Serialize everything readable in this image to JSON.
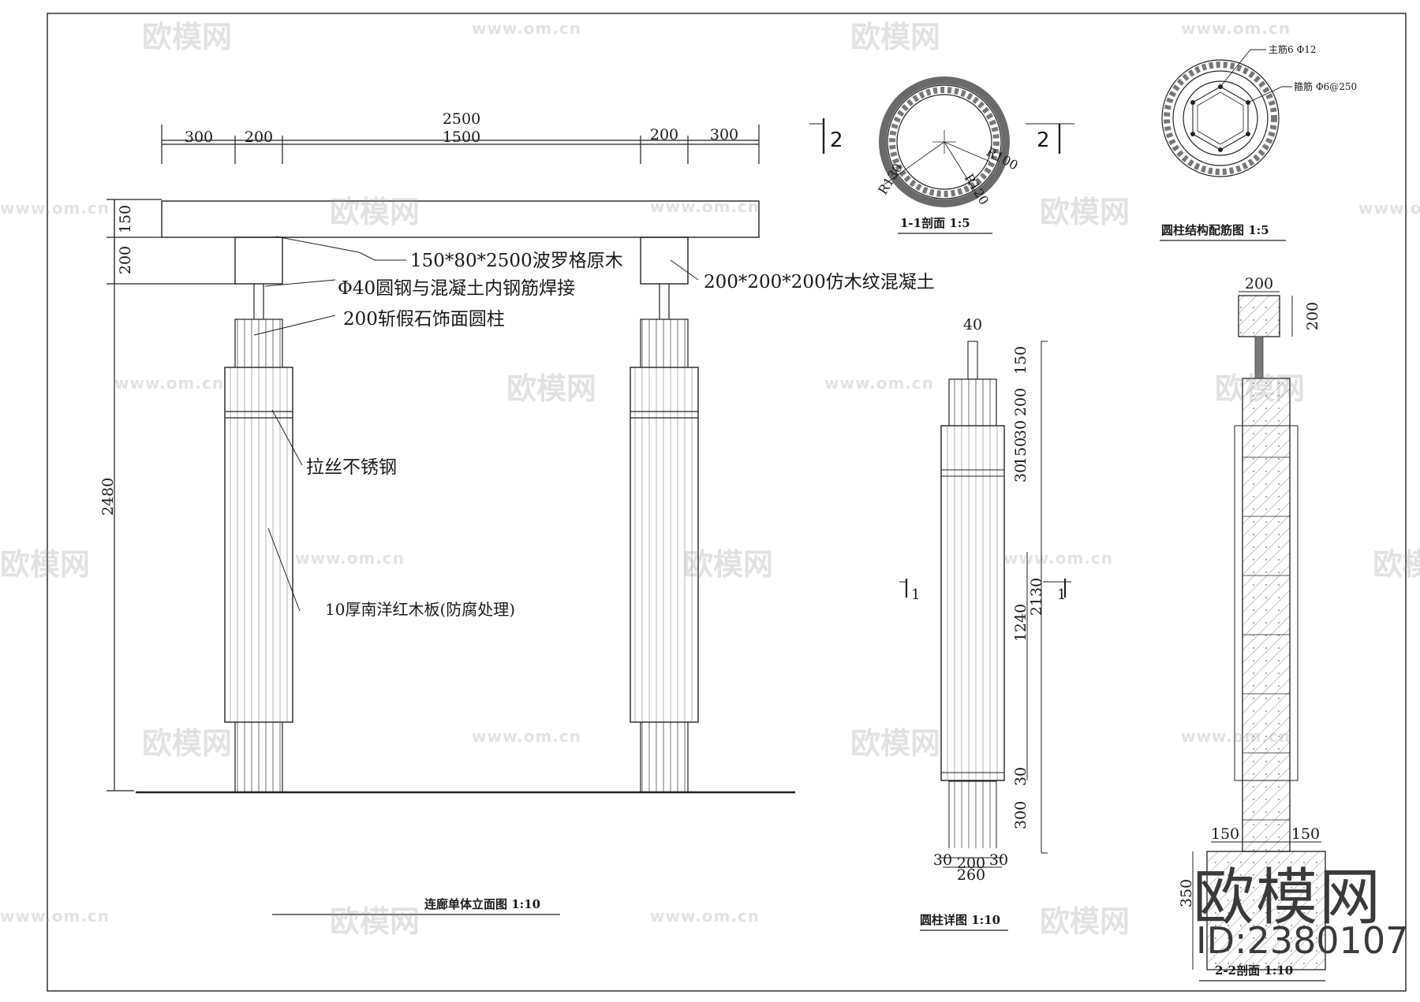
{
  "elevation": {
    "dims": {
      "total": "2500",
      "left_outer": "300",
      "left_inner": "200",
      "middle": "1500",
      "right_inner": "200",
      "right_outer": "300",
      "beam_h": "150",
      "block_h": "200",
      "height": "2480"
    },
    "labels": {
      "beam": "150*80*2500波罗格原木",
      "rod": "Φ40圆钢与混凝土内钢筋焊接",
      "column": "200斩假石饰面圆柱",
      "block": "200*200*200仿木纹混凝土",
      "steel": "拉丝不锈钢",
      "wood": "10厚南洋红木板(防腐处理)"
    },
    "title": "连廊单体立面图 1:10"
  },
  "section11": {
    "mark_left": "2",
    "mark_right": "2",
    "r_outer": "R130",
    "r_mid": "R120",
    "r_inner": "R100",
    "title": "1-1剖面 1:5"
  },
  "rebar": {
    "main_bar": "主筋6 Φ12",
    "stirrup": "箍筋 Φ6@250",
    "title": "圆柱结构配筋图 1:5"
  },
  "detail": {
    "rod_dia": "40",
    "d150a": "150",
    "d200": "200",
    "d30a": "30",
    "d150b": "150",
    "d30b": "30",
    "d2130": "2130",
    "d1240": "1240",
    "d30c": "30",
    "d300": "300",
    "b30l": "30",
    "b200": "200",
    "b30r": "30",
    "b260": "260",
    "sec_mark": "1",
    "title": "圆柱详图 1:10"
  },
  "section22": {
    "top_w": "200",
    "top_h": "200",
    "foot_l": "150",
    "foot_r": "150",
    "foot_h": "350",
    "title": "2-2剖面 1:10"
  },
  "watermark": {
    "brand": "欧模网",
    "url": "www.om.cn",
    "big_brand": "欧模网",
    "id": "ID:2380107"
  }
}
